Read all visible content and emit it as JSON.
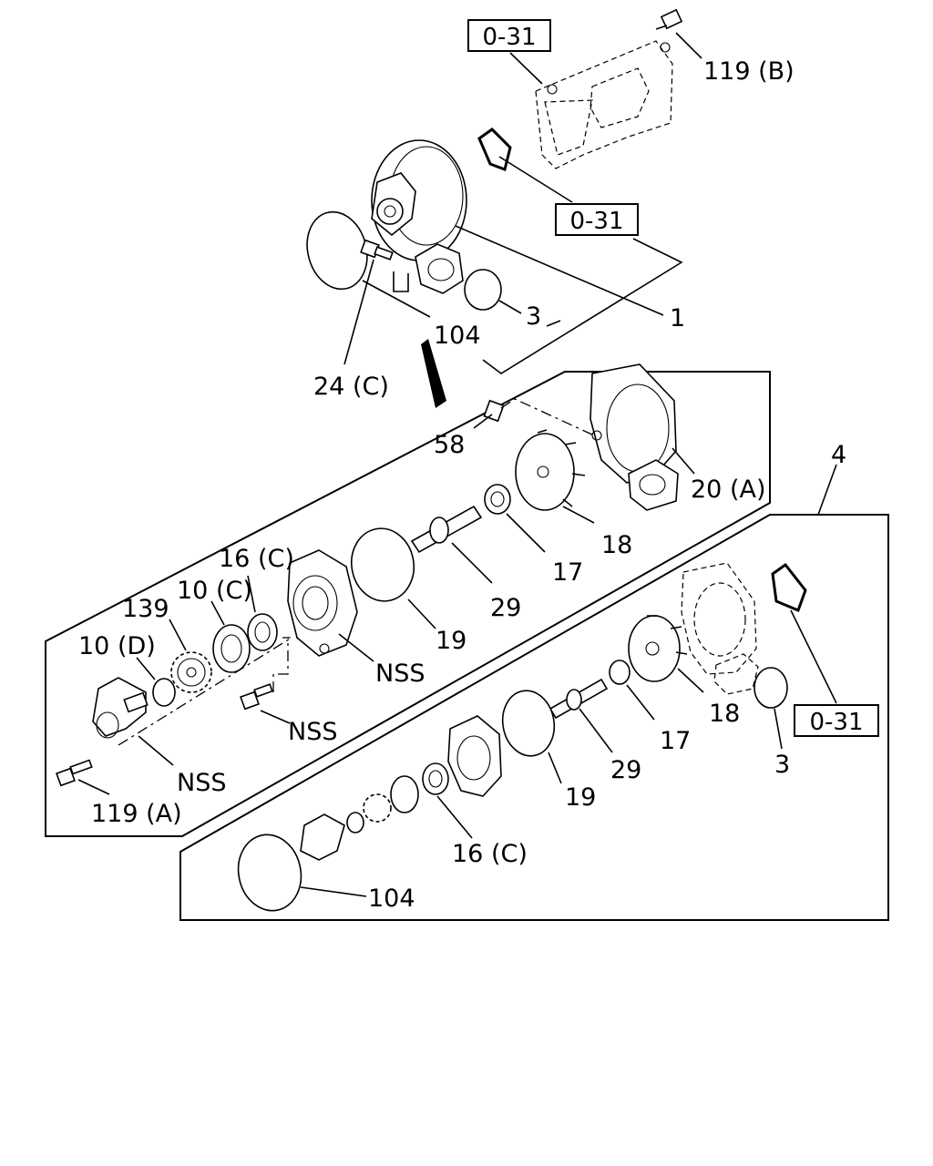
{
  "callouts": {
    "ref_top": "0-31",
    "ref_mid": "0-31",
    "ref_right": "0-31",
    "bolt_119b": "119 (B)",
    "assy_1": "1",
    "oring_3_top": "3",
    "oring_104_top": "104",
    "bolt_24c": "24 (C)",
    "plug_58": "58",
    "housing_20a": "20 (A)",
    "impeller_18_a": "18",
    "seal_17_a": "17",
    "shaft_29_a": "29",
    "oring_19_a": "19",
    "nss_cover": "NSS",
    "bearing_16c_a": "16 (C)",
    "bearing_10c": "10 (C)",
    "gear_139": "139",
    "bearing_10d": "10 (D)",
    "nss_bolt": "NSS",
    "nss_bracket": "NSS",
    "bolt_119a": "119 (A)",
    "kit_4": "4",
    "impeller_18_b": "18",
    "seal_17_b": "17",
    "shaft_29_b": "29",
    "oring_19_b": "19",
    "oring_3_right": "3",
    "bearing_16c_b": "16 (C)",
    "oring_104_bottom": "104"
  }
}
